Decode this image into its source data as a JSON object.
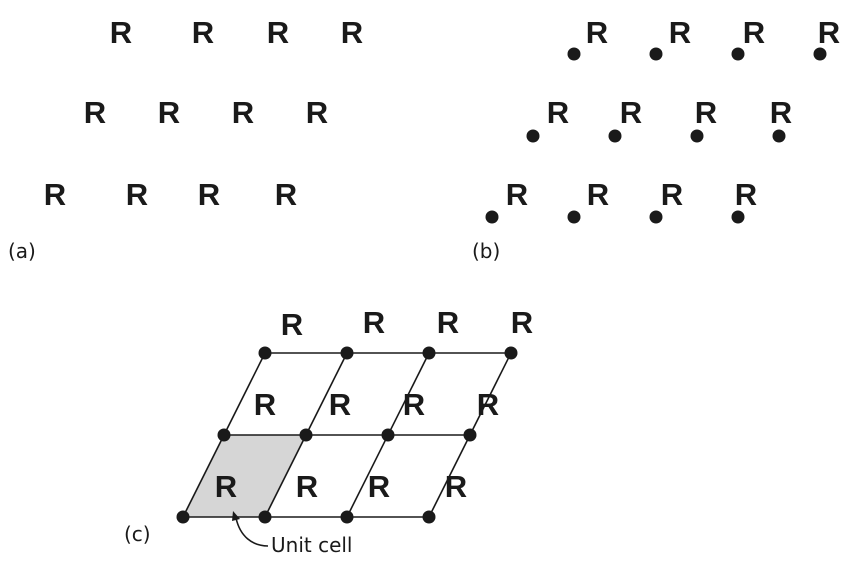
{
  "motif_letter": "R",
  "panels": {
    "a": {
      "label": "(a)"
    },
    "b": {
      "label": "(b)"
    },
    "c": {
      "label": "(c)",
      "unit_cell_label": "Unit cell",
      "unit_cell_fill": "#d6d6d6"
    }
  },
  "colors": {
    "ink": "#1a1a1a",
    "background": "#ffffff"
  }
}
